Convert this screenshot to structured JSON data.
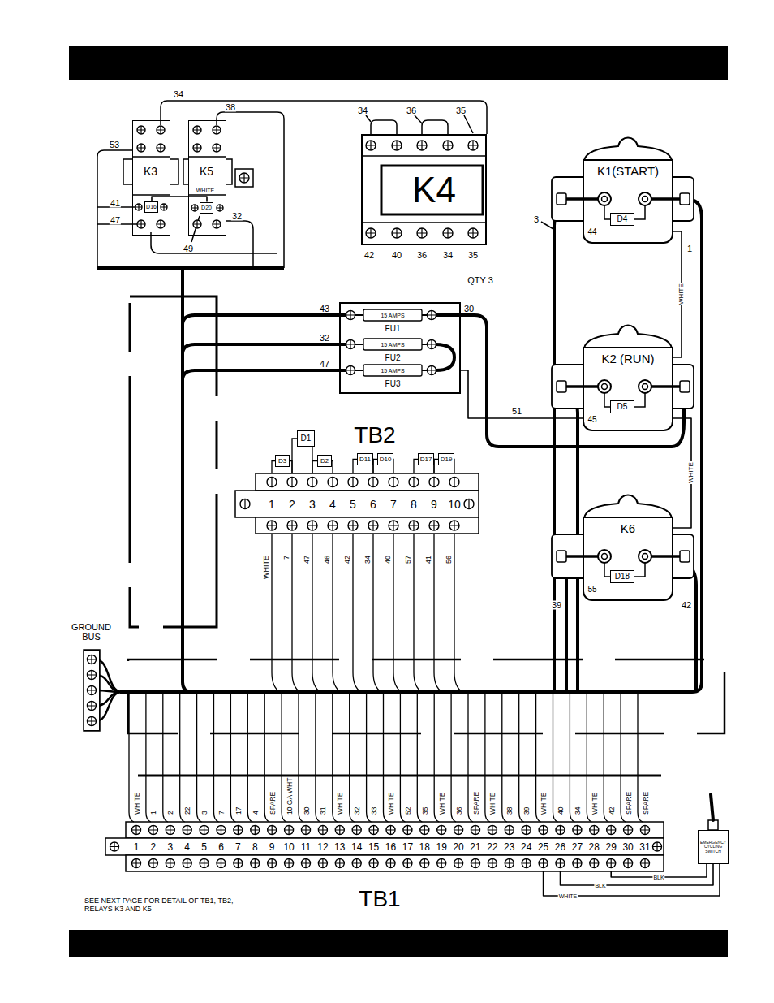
{
  "diagram": {
    "nodes": [
      {
        "text": [
          "K3"
        ]
      },
      {
        "text": [
          "D16"
        ],
        "in": 0
      },
      {
        "text": [
          "K5"
        ]
      },
      {
        "text": [
          "D20"
        ],
        "in": 2
      },
      {
        "text": [
          "K4"
        ]
      },
      {
        "text": [
          "K1(START)"
        ]
      },
      {
        "text": [
          "D4"
        ],
        "in": 5
      },
      {
        "text": [
          "15 AMPS",
          "FU1",
          "15 AMPS",
          "FU2",
          "15 AMPS",
          "FU3"
        ]
      },
      {
        "text": [
          "K2 (RUN)"
        ]
      },
      {
        "text": [
          "D5"
        ],
        "in": 8
      },
      {
        "text": [
          "D1"
        ]
      },
      {
        "text": [
          "D3"
        ]
      },
      {
        "text": [
          "D2"
        ]
      },
      {
        "text": [
          "D11"
        ]
      },
      {
        "text": [
          "D10"
        ]
      },
      {
        "text": [
          "D17"
        ]
      },
      {
        "text": [
          "D19"
        ]
      },
      {
        "text": [
          "TB2",
          "1",
          "2",
          "3",
          "4",
          "5",
          "6",
          "7",
          "8",
          "9",
          "10"
        ]
      },
      {
        "text": [
          "K6"
        ]
      },
      {
        "text": [
          "D18"
        ],
        "in": 18
      },
      {
        "text": [
          "GROUND BUS"
        ]
      },
      {
        "text": [
          "TB1",
          "1",
          "2",
          "3",
          "4",
          "5",
          "6",
          "7",
          "8",
          "9",
          "10",
          "11",
          "12",
          "13",
          "14",
          "15",
          "16",
          "17",
          "18",
          "19",
          "20",
          "21",
          "22",
          "23",
          "24",
          "25",
          "26",
          "27",
          "28",
          "29",
          "30",
          "31"
        ]
      },
      {
        "text": [
          "EMERGENCY CYCLING SWITCH"
        ]
      }
    ],
    "edges": [
      {
        "from": 5,
        "to": 8,
        "label": "WHITE",
        "arrow": "none"
      },
      {
        "from": 8,
        "to": 18,
        "label": "WHITE",
        "arrow": "none"
      },
      {
        "from": 7,
        "to": 8,
        "label": "51",
        "arrow": "none"
      },
      {
        "from": 22,
        "to": 21,
        "label": "WHITE",
        "arrow": "none"
      },
      {
        "from": 22,
        "to": 21,
        "label": "BLK",
        "arrow": "none"
      },
      {
        "from": 22,
        "to": 21,
        "label": "BLK",
        "arrow": "none"
      },
      {
        "from": 1,
        "to": 3,
        "label": "WHITE",
        "arrow": "none"
      }
    ],
    "labels": [
      "34",
      "38",
      "53",
      "41",
      "47",
      "49",
      "32",
      "34",
      "36",
      "35",
      "42",
      "40",
      "36",
      "34",
      "35",
      "QTY 3",
      "3",
      "44",
      "1",
      "43",
      "30",
      "32",
      "47",
      "45",
      "WHITE",
      "7",
      "47",
      "46",
      "42",
      "34",
      "40",
      "57",
      "41",
      "56",
      "55",
      "39",
      "42",
      "WHITE",
      "1",
      "2",
      "22",
      "3",
      "7",
      "17",
      "4",
      "SPARE",
      "10 GA WHT",
      "30",
      "31",
      "WHITE",
      "32",
      "33",
      "WHITE",
      "52",
      "35",
      "WHITE",
      "36",
      "SPARE",
      "WHITE",
      "38",
      "39",
      "WHITE",
      "40",
      "34",
      "WHITE",
      "42",
      "SPARE",
      "SPARE",
      "SEE NEXT PAGE FOR DETAIL OF TB1, TB2, RELAYS K3 AND K5"
    ]
  }
}
